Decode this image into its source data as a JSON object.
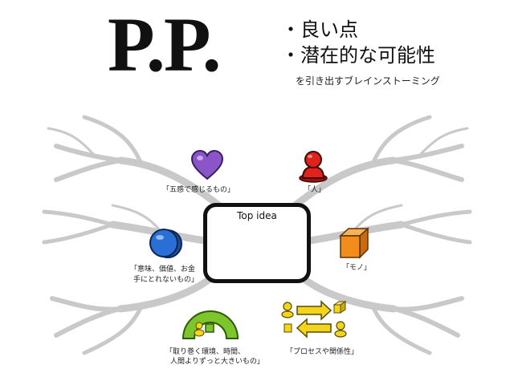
{
  "header": {
    "logo": "P.P.",
    "bullets": [
      "・良い点",
      "・潜在的な可能性"
    ],
    "subtitle": "を引き出すブレインストーミング"
  },
  "center": {
    "label": "Top idea"
  },
  "nodes": {
    "five_senses": "「五感で感じるもの」",
    "people": "「人」",
    "money_line1": "「意味、価値、お金",
    "money_line2": "手にとれないもの」",
    "things": "「モノ」",
    "environment_line1": "「取り巻く環境、時間、",
    "environment_line2": "人間よりずっと大きいもの」",
    "process": "「プロセスや関係性」"
  },
  "icons": {
    "heart": "heart-icon",
    "person": "person-icon",
    "coin": "coin-icon",
    "cube": "cube-icon",
    "arc": "environment-arc-icon",
    "process": "process-arrows-icon"
  },
  "colors": {
    "branch": "#c9c9c9",
    "heart": "#8a55c8",
    "person": "#e0221c",
    "coin": "#2a6fd6",
    "cube": "#f28c1a",
    "arc": "#7cc52a",
    "process": "#f3d51c"
  }
}
